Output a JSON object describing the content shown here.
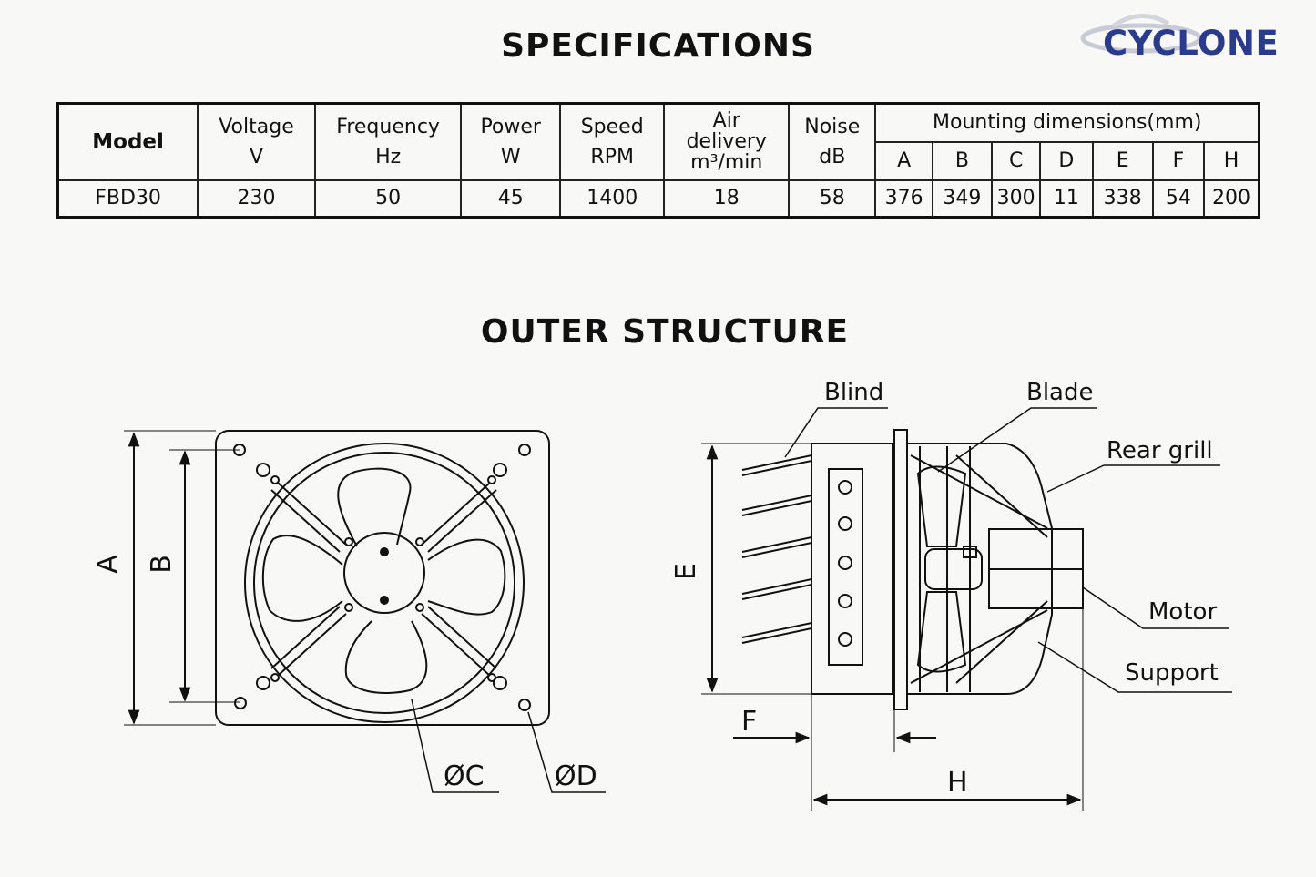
{
  "brand": "CYCLONE",
  "specs": {
    "title": "SPECIFICATIONS",
    "headers": {
      "model": "Model",
      "voltage": [
        "Voltage",
        "V"
      ],
      "frequency": [
        "Frequency",
        "Hz"
      ],
      "power": [
        "Power",
        "W"
      ],
      "speed": [
        "Speed",
        "RPM"
      ],
      "air": [
        "Air",
        "delivery",
        "m³/min"
      ],
      "noise": [
        "Noise",
        "dB"
      ],
      "mounting": "Mounting dimensions(mm)",
      "dims": [
        "A",
        "B",
        "C",
        "D",
        "E",
        "F",
        "H"
      ]
    },
    "row": {
      "model": "FBD30",
      "voltage": "230",
      "frequency": "50",
      "power": "45",
      "speed": "1400",
      "air": "18",
      "noise": "58",
      "dims": [
        "376",
        "349",
        "300",
        "11",
        "338",
        "54",
        "200"
      ]
    }
  },
  "outer": {
    "title": "OUTER STRUCTURE",
    "front_labels": {
      "a": "A",
      "b": "B",
      "c": "ØC",
      "d": "ØD"
    },
    "side_labels": {
      "blind": "Blind",
      "blade": "Blade",
      "rear_grill": "Rear grill",
      "motor": "Motor",
      "support": "Support",
      "e": "E",
      "f": "F",
      "h": "H"
    }
  }
}
